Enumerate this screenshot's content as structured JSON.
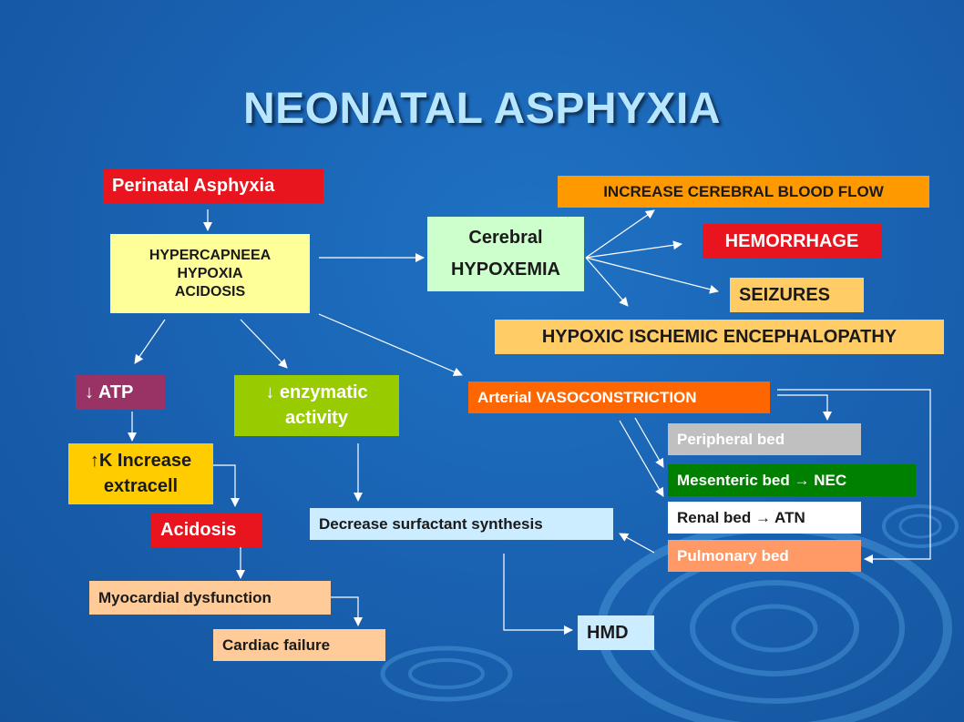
{
  "title": "NEONATAL ASPHYXIA",
  "nodes": {
    "perinatal": "Perinatal Asphyxia",
    "hyper_1": "HYPERCAPNEEA",
    "hyper_2": "HYPOXIA",
    "hyper_3": "ACIDOSIS",
    "cerebral_1": "Cerebral",
    "cerebral_2": "HYPOXEMIA",
    "increase_cbf": "INCREASE CEREBRAL BLOOD FLOW",
    "hemorrhage": "HEMORRHAGE",
    "seizures": "SEIZURES",
    "hie": "HYPOXIC ISCHEMIC ENCEPHALOPATHY",
    "atp": "↓ ATP",
    "enzymatic_1": "↓ enzymatic",
    "enzymatic_2": "activity",
    "vasoconstriction": "Arterial VASOCONSTRICTION",
    "k_increase_1": "↑K Increase",
    "k_increase_2": "extracell",
    "acidosis": "Acidosis",
    "surfactant": "Decrease surfactant synthesis",
    "peripheral": "Peripheral bed",
    "mesenteric": "Mesenteric bed  → NEC",
    "renal": "Renal bed  → ATN",
    "pulmonary": "Pulmonary bed",
    "myocardial": "Myocardial dysfunction",
    "cardiac": "Cardiac failure",
    "hmd": "HMD"
  },
  "colors": {
    "background": "#1a63b3",
    "title": "#b9e6ff",
    "red": "#e8141e",
    "yellow": "#ffff99",
    "light_green": "#ccffcc",
    "orange": "#ff9900",
    "salmon": "#ffcc66",
    "maroon": "#993366",
    "lime": "#99cc00",
    "vaso": "#ff6600",
    "gold": "#ffcc00",
    "light_blue": "#ccecff",
    "gray": "#c0c0c0",
    "green": "#008000",
    "white": "#ffffff",
    "peach": "#ff9966",
    "tan": "#ffcc99"
  }
}
